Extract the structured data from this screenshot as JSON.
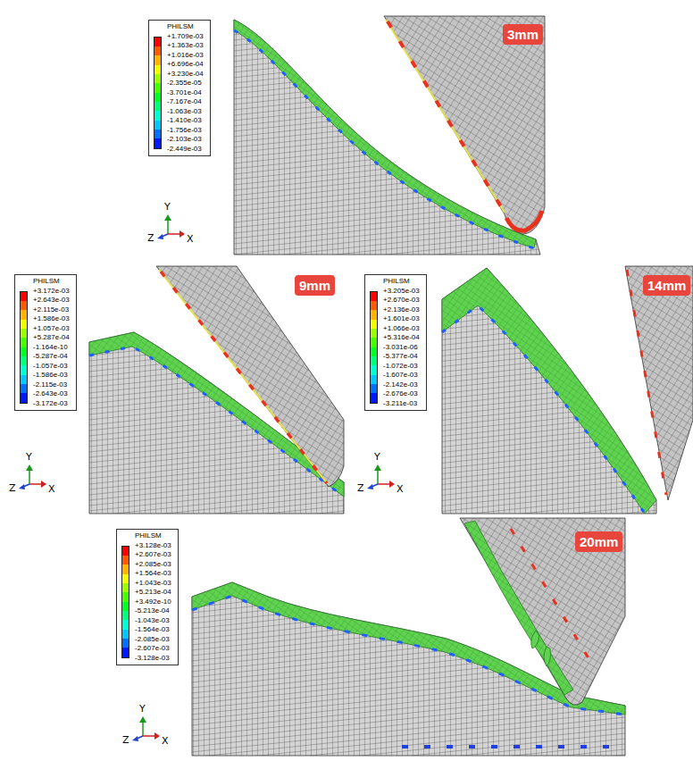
{
  "diagram": {
    "nodes": [
      {
        "text": [
          "PHILSM",
          "+1.709e-03",
          "+1.363e-03",
          "+1.016e-03",
          "+6.696e-04",
          "+3.230e-04",
          "-2.355e-05",
          "-3.701e-04",
          "-7.167e-04",
          "-1.063e-03",
          "-1.410e-03",
          "-1.756e-03",
          "-2.103e-03",
          "-2.449e-03"
        ]
      },
      {
        "text": [
          "3mm"
        ]
      },
      {
        "text": [
          "PHILSM",
          "+3.172e-03",
          "+2.643e-03",
          "+2.115e-03",
          "+1.586e-03",
          "+1.057e-03",
          "+5.287e-04",
          "-1.164e-10",
          "-5.287e-04",
          "-1.057e-03",
          "-1.586e-03",
          "-2.115e-03",
          "-2.643e-03",
          "-3.172e-03"
        ]
      },
      {
        "text": [
          "9mm"
        ]
      },
      {
        "text": [
          "PHILSM",
          "+3.205e-03",
          "+2.670e-03",
          "+2.136e-03",
          "+1.601e-03",
          "+1.066e-03",
          "+5.316e-04",
          "-3.031e-06",
          "-5.377e-04",
          "-1.072e-03",
          "-1.607e-03",
          "-2.142e-03",
          "-2.676e-03",
          "-3.211e-03"
        ]
      },
      {
        "text": [
          "14mm"
        ]
      },
      {
        "text": [
          "PHILSM",
          "+3.128e-03",
          "+2.607e-03",
          "+2.085e-03",
          "+1.564e-03",
          "+1.043e-03",
          "+5.213e-04",
          "+3.492e-10",
          "-5.213e-04",
          "-1.043e-03",
          "-1.564e-03",
          "-2.085e-03",
          "-2.607e-03",
          "-3.128e-03"
        ]
      },
      {
        "text": [
          "20mm"
        ]
      }
    ],
    "labels": [
      "Y",
      "Z",
      "X",
      "Y",
      "Z",
      "X",
      "Y",
      "Z",
      "X",
      "Y",
      "Z",
      "X"
    ]
  }
}
